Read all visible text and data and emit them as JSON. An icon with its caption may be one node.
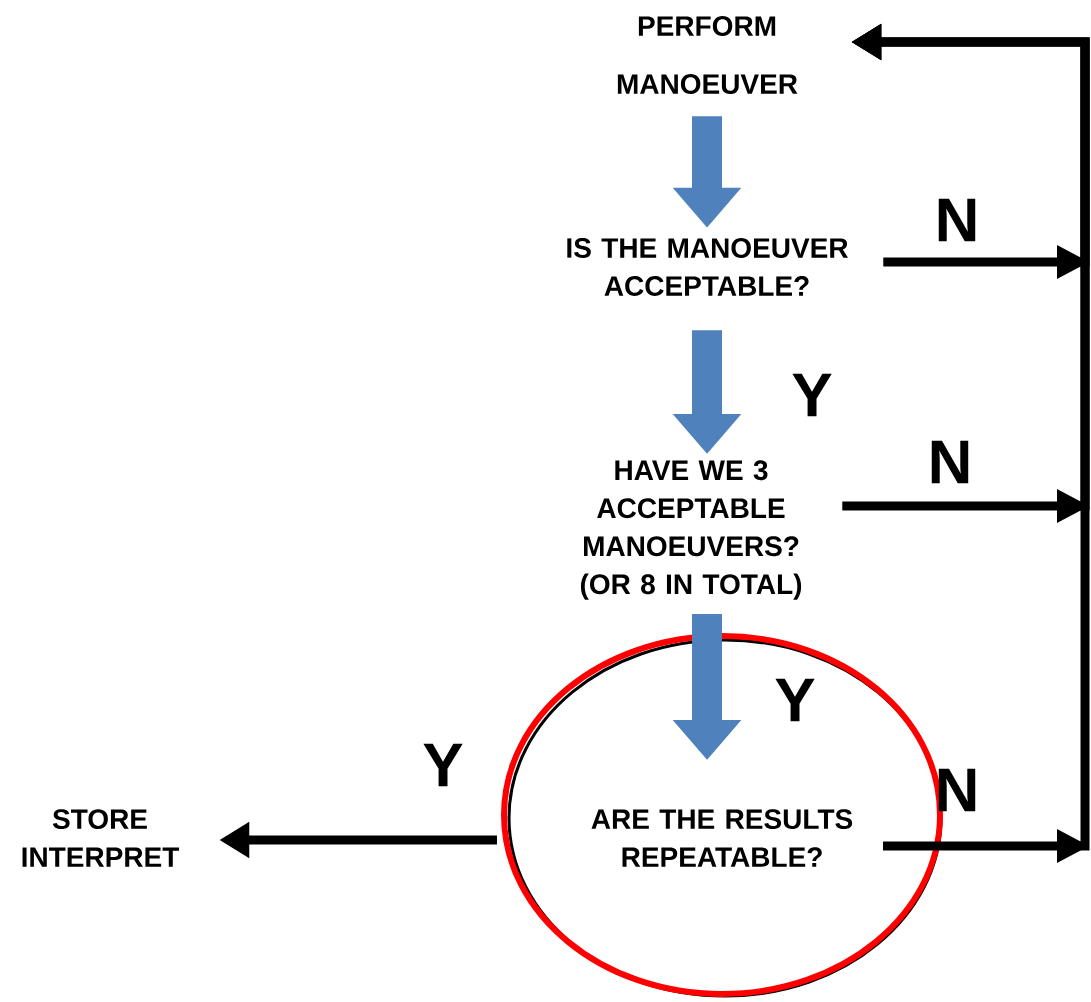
{
  "diagram": {
    "nodes": [
      {
        "text": [
          "PERFORM MANOEUVER"
        ]
      },
      {
        "text": [
          "IS THE MANOEUVER ACCEPTABLE?"
        ]
      },
      {
        "text": [
          "HAVE WE 3 ACCEPTABLE MANOEUVERS? (OR 8 IN TOTAL)"
        ]
      },
      {
        "text": [
          "ARE THE RESULTS REPEATABLE?"
        ]
      },
      {
        "text": [
          "STORE INTERPRET"
        ]
      }
    ],
    "edges": [
      {
        "from": 0,
        "to": 1,
        "arrow": "to",
        "style": "thick",
        "color": "#4f81bd"
      },
      {
        "from": 1,
        "to": 2,
        "arrow": "to",
        "label": "Y",
        "style": "thick",
        "color": "#4f81bd"
      },
      {
        "from": 2,
        "to": 3,
        "arrow": "to",
        "label": "Y",
        "style": "thick",
        "color": "#4f81bd"
      },
      {
        "from": 3,
        "to": 4,
        "arrow": "to",
        "label": "Y"
      },
      {
        "from": 1,
        "to": 0,
        "arrow": "to",
        "label": "N"
      },
      {
        "from": 2,
        "to": 0,
        "arrow": "to",
        "label": "N"
      },
      {
        "from": 3,
        "to": 0,
        "arrow": "to",
        "label": "N"
      }
    ]
  }
}
